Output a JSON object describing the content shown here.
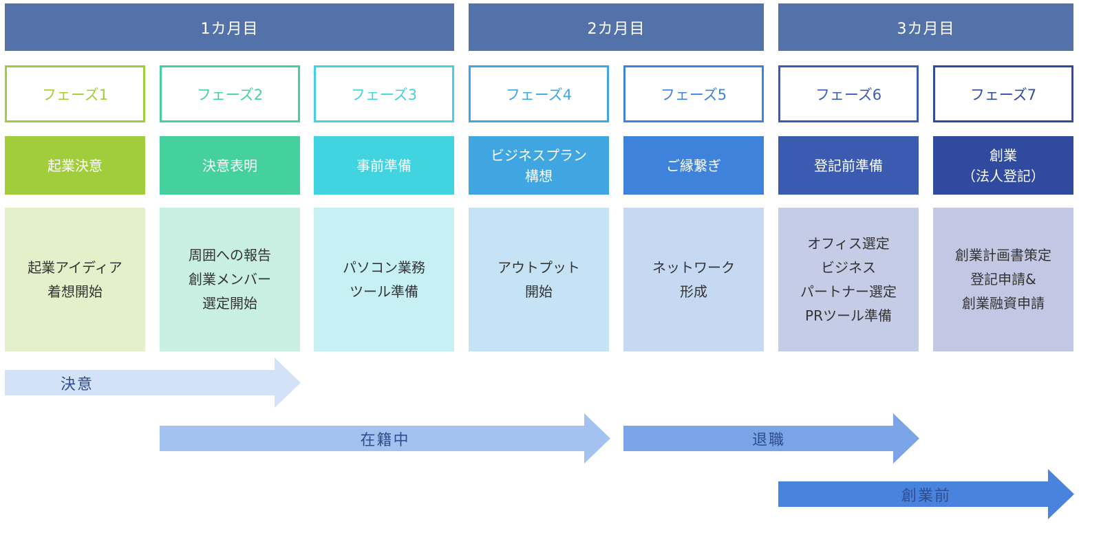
{
  "months": [
    "1カ月目",
    "2カ月目",
    "3カ月目"
  ],
  "phases": [
    {
      "label": "フェーズ1",
      "title": "起業決意",
      "detail": "起業アイディア\n着想開始",
      "color": "#a1cd3d",
      "fill": "#e4f0c9"
    },
    {
      "label": "フェーズ2",
      "title": "決意表明",
      "detail": "周囲への報告\n創業メンバー\n選定開始",
      "color": "#45d19d",
      "fill": "#c8efe1"
    },
    {
      "label": "フェーズ3",
      "title": "事前準備",
      "detail": "パソコン業務\nツール準備",
      "color": "#41d3e0",
      "fill": "#c6f0f4"
    },
    {
      "label": "フェーズ4",
      "title": "ビジネスプラン\n構想",
      "detail": "アウトプット\n開始",
      "color": "#3fa6e2",
      "fill": "#c6e3f5"
    },
    {
      "label": "フェーズ5",
      "title": "ご縁繋ぎ",
      "detail": "ネットワーク\n形成",
      "color": "#3f82dc",
      "fill": "#c6d9f3"
    },
    {
      "label": "フェーズ6",
      "title": "登記前準備",
      "detail": "オフィス選定\nビジネス\nパートナー選定\nPRツール準備",
      "color": "#3b5bb0",
      "fill": "#c4cce6"
    },
    {
      "label": "フェーズ7",
      "title": "創業\n（法人登記）",
      "detail": "創業計画書策定\n登記申請&\n創業融資申請",
      "color": "#2f4a9e",
      "fill": "#c2c8e3"
    }
  ],
  "arrows": [
    {
      "label": "決意",
      "color": "#d4e2f7"
    },
    {
      "label": "在籍中",
      "color": "#a4c2ef"
    },
    {
      "label": "退職",
      "color": "#7aa4e6"
    },
    {
      "label": "創業前",
      "color": "#4a83de"
    }
  ]
}
